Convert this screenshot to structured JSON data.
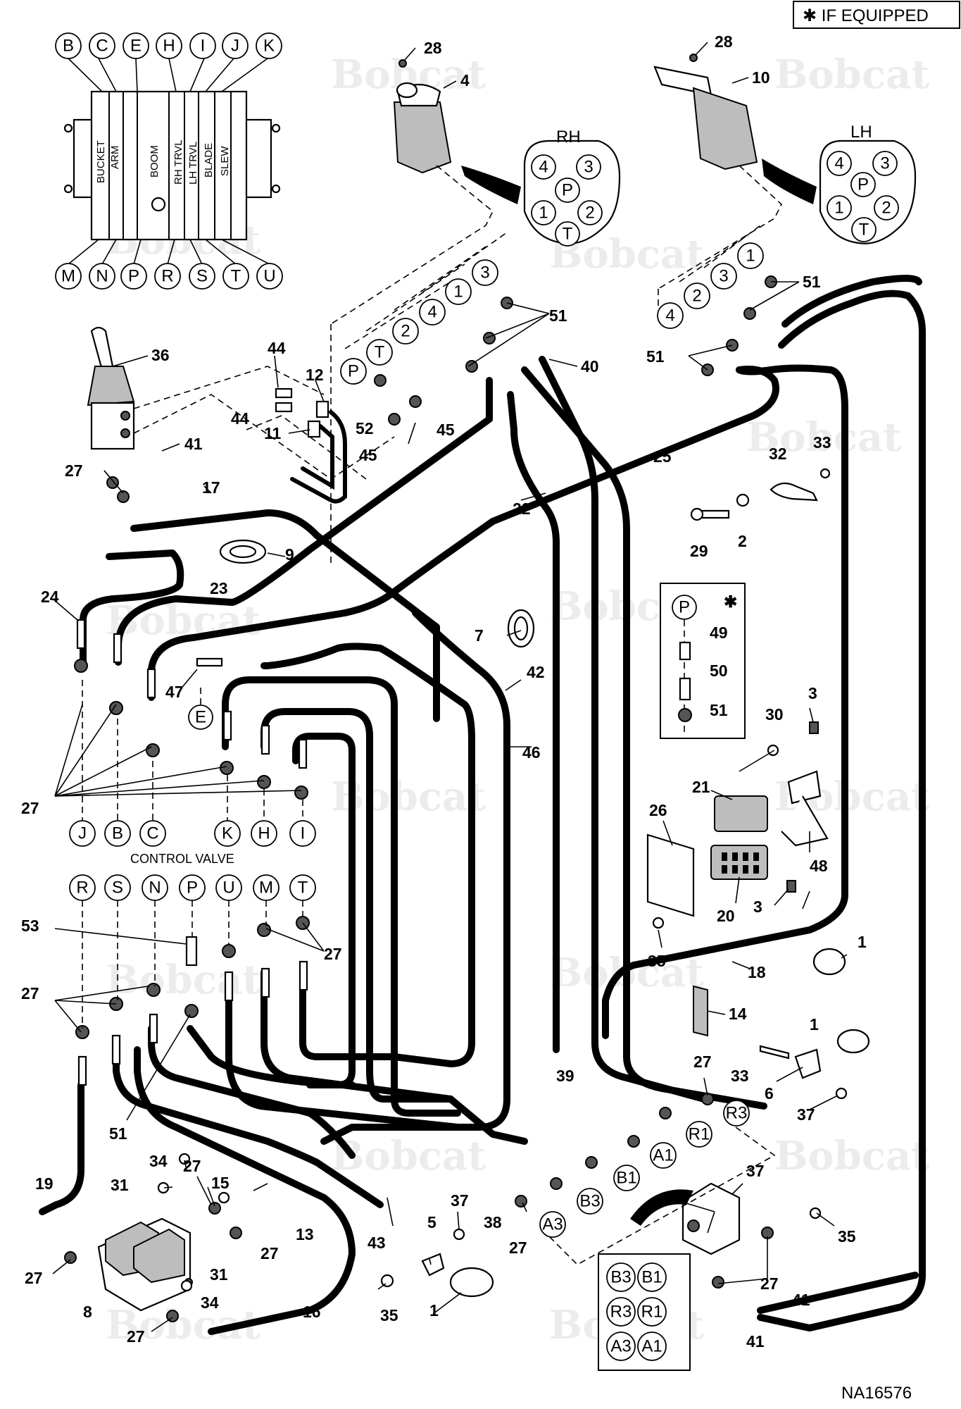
{
  "note": "✱ IF EQUIPPED",
  "drawing_number": "NA16576",
  "watermark": "Bobcat",
  "control_valve_label": "CONTROL VALVE",
  "rh_label": "RH",
  "lh_label": "LH",
  "valve_top_ports": [
    "B",
    "C",
    "E",
    "H",
    "I",
    "J",
    "K"
  ],
  "valve_bottom_ports": [
    "M",
    "N",
    "P",
    "R",
    "S",
    "T",
    "U"
  ],
  "valve_sections": [
    "BUCKET",
    "ARM",
    "BOOM",
    "RH TRVL",
    "LH TRVL",
    "BLADE",
    "SLEW"
  ],
  "pilot_ports": [
    "4",
    "3",
    "P",
    "1",
    "2",
    "T"
  ],
  "rh_joystick_ports": [
    "P",
    "T",
    "2",
    "4",
    "1",
    "3"
  ],
  "lh_joystick_ports": [
    "4",
    "2",
    "3",
    "1"
  ],
  "control_valve_upper": [
    "J",
    "B",
    "C",
    "K",
    "H",
    "I"
  ],
  "control_valve_lower": [
    "R",
    "S",
    "N",
    "P",
    "U",
    "M",
    "T"
  ],
  "kit_ports": [
    "P"
  ],
  "kit_star": "✱",
  "fitting_ports": [
    "R3",
    "R1",
    "A1",
    "B1",
    "B3",
    "A3"
  ],
  "valve_block_ports": [
    "B3",
    "B1",
    "R3",
    "R1",
    "A3",
    "A1"
  ],
  "e_port": "E",
  "callouts": [
    "1",
    "2",
    "3",
    "4",
    "5",
    "6",
    "7",
    "8",
    "9",
    "10",
    "11",
    "12",
    "13",
    "14",
    "15",
    "16",
    "17",
    "18",
    "19",
    "20",
    "21",
    "22",
    "23",
    "24",
    "25",
    "26",
    "27",
    "28",
    "29",
    "30",
    "31",
    "32",
    "33",
    "34",
    "35",
    "36",
    "37",
    "38",
    "39",
    "40",
    "41",
    "42",
    "43",
    "44",
    "45",
    "46",
    "47",
    "48",
    "49",
    "50",
    "51",
    "52",
    "53"
  ]
}
